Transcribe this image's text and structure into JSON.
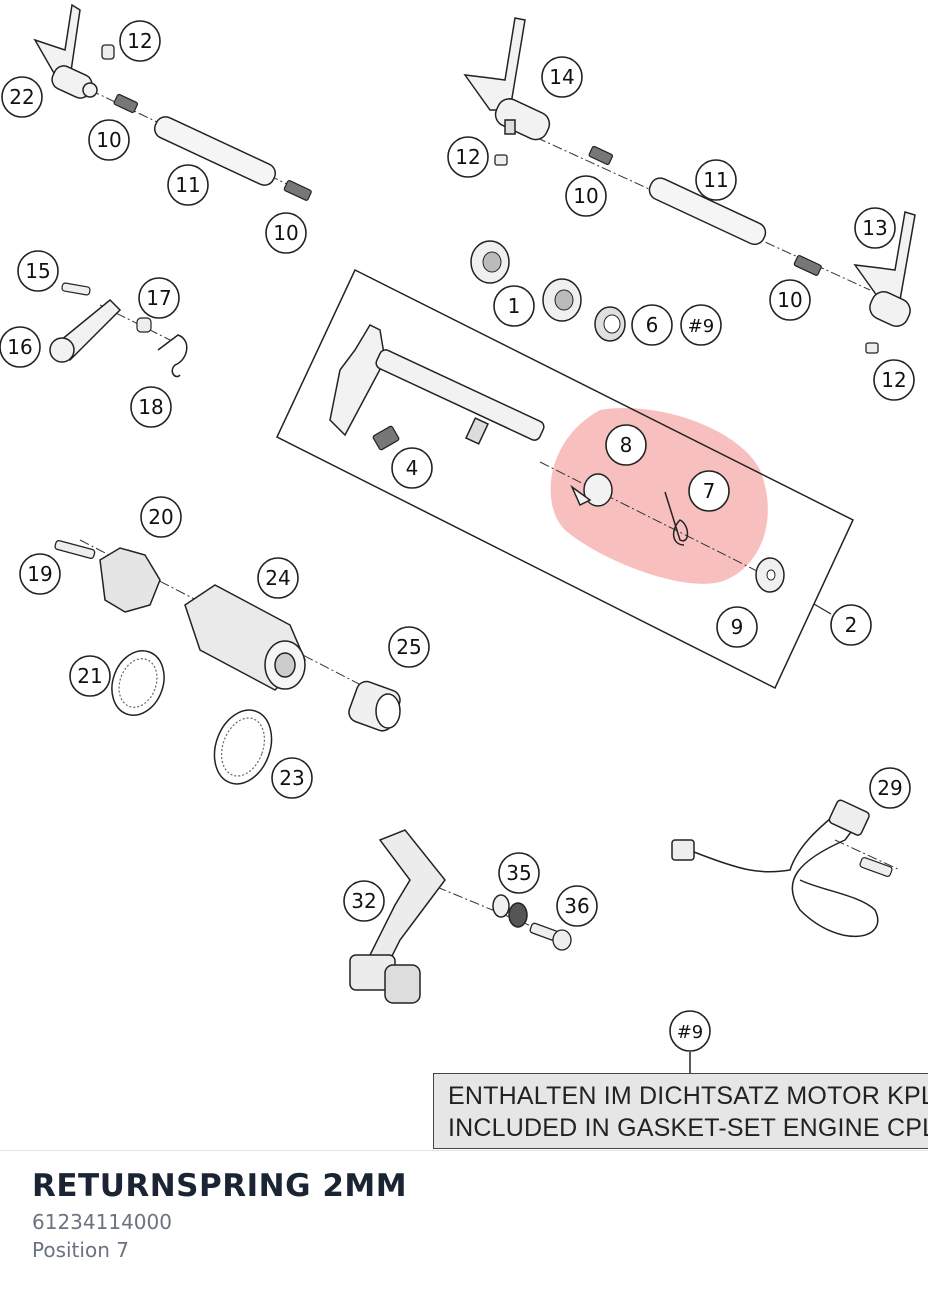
{
  "diagram": {
    "highlight_color": "#f28b8b",
    "callouts": [
      "12",
      "22",
      "10",
      "11",
      "10",
      "14",
      "12",
      "10",
      "11",
      "13",
      "10",
      "12",
      "15",
      "17",
      "16",
      "18",
      "1",
      "6",
      "#9",
      "4",
      "8",
      "7",
      "9",
      "2",
      "20",
      "19",
      "24",
      "21",
      "25",
      "23",
      "29",
      "35",
      "32",
      "36",
      "#9"
    ]
  },
  "note": {
    "line_de": "ENTHALTEN IM DICHTSATZ MOTOR KPL.",
    "line_en": "INCLUDED IN GASKET-SET ENGINE CPL."
  },
  "part": {
    "title": "RETURNSPRING 2MM",
    "number": "61234114000",
    "position": "Position 7"
  }
}
